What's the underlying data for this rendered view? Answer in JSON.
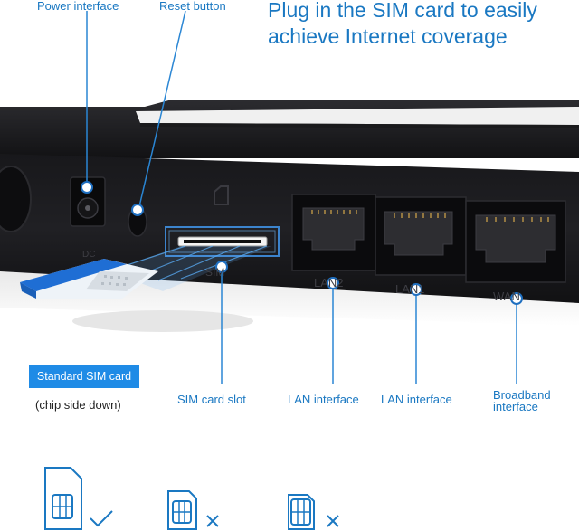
{
  "headline": {
    "line1": "Plug in the SIM card to easily",
    "line2": "achieve Internet coverage"
  },
  "callouts": {
    "power": "Power interface",
    "reset": "Reset button",
    "sim_slot": "SIM card slot",
    "lan1": "LAN interface",
    "lan2": "LAN interface",
    "broadband_line1": "Broadband",
    "broadband_line2": "interface"
  },
  "sim_card": {
    "badge": "Standard SIM card",
    "note": "(chip side down)"
  },
  "port_labels": {
    "dc": "DC",
    "sim": "SIM",
    "lan2": "LAN2",
    "lan1": "LAN1",
    "wan": "WAN"
  },
  "icons": [
    {
      "name": "standard-sim-icon",
      "status": "check"
    },
    {
      "name": "micro-sim-icon",
      "status": "cross"
    },
    {
      "name": "nano-sim-icon",
      "status": "cross"
    }
  ],
  "colors": {
    "accent": "#1a78c2",
    "badge": "#1f8be6",
    "device": "#1c1c1f"
  }
}
